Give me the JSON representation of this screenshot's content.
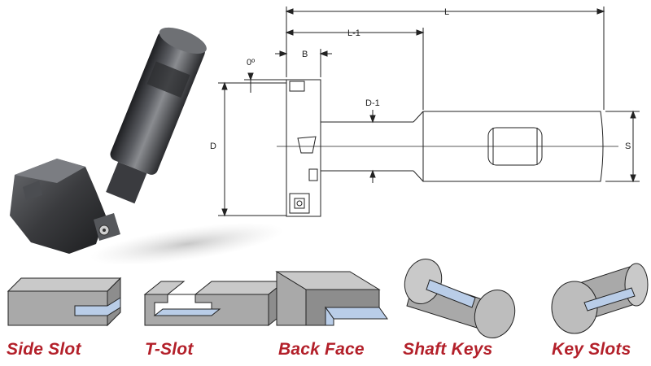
{
  "dimensions": {
    "overall_length": "L",
    "body_length": "L-1",
    "cutter_width": "B",
    "angle": "0º",
    "cutter_diameter": "D",
    "neck_diameter": "D-1",
    "shank_diameter": "S"
  },
  "applications": [
    {
      "label": "Side Slot"
    },
    {
      "label": "T-Slot"
    },
    {
      "label": "Back Face"
    },
    {
      "label": "Shaft  Keys"
    },
    {
      "label": "Key Slots"
    }
  ],
  "colors": {
    "caption": "#b3202a",
    "block_face": "#a9a9a9",
    "block_top": "#c9c9c9",
    "slot_blue": "#b9cde8",
    "line": "#222222"
  }
}
